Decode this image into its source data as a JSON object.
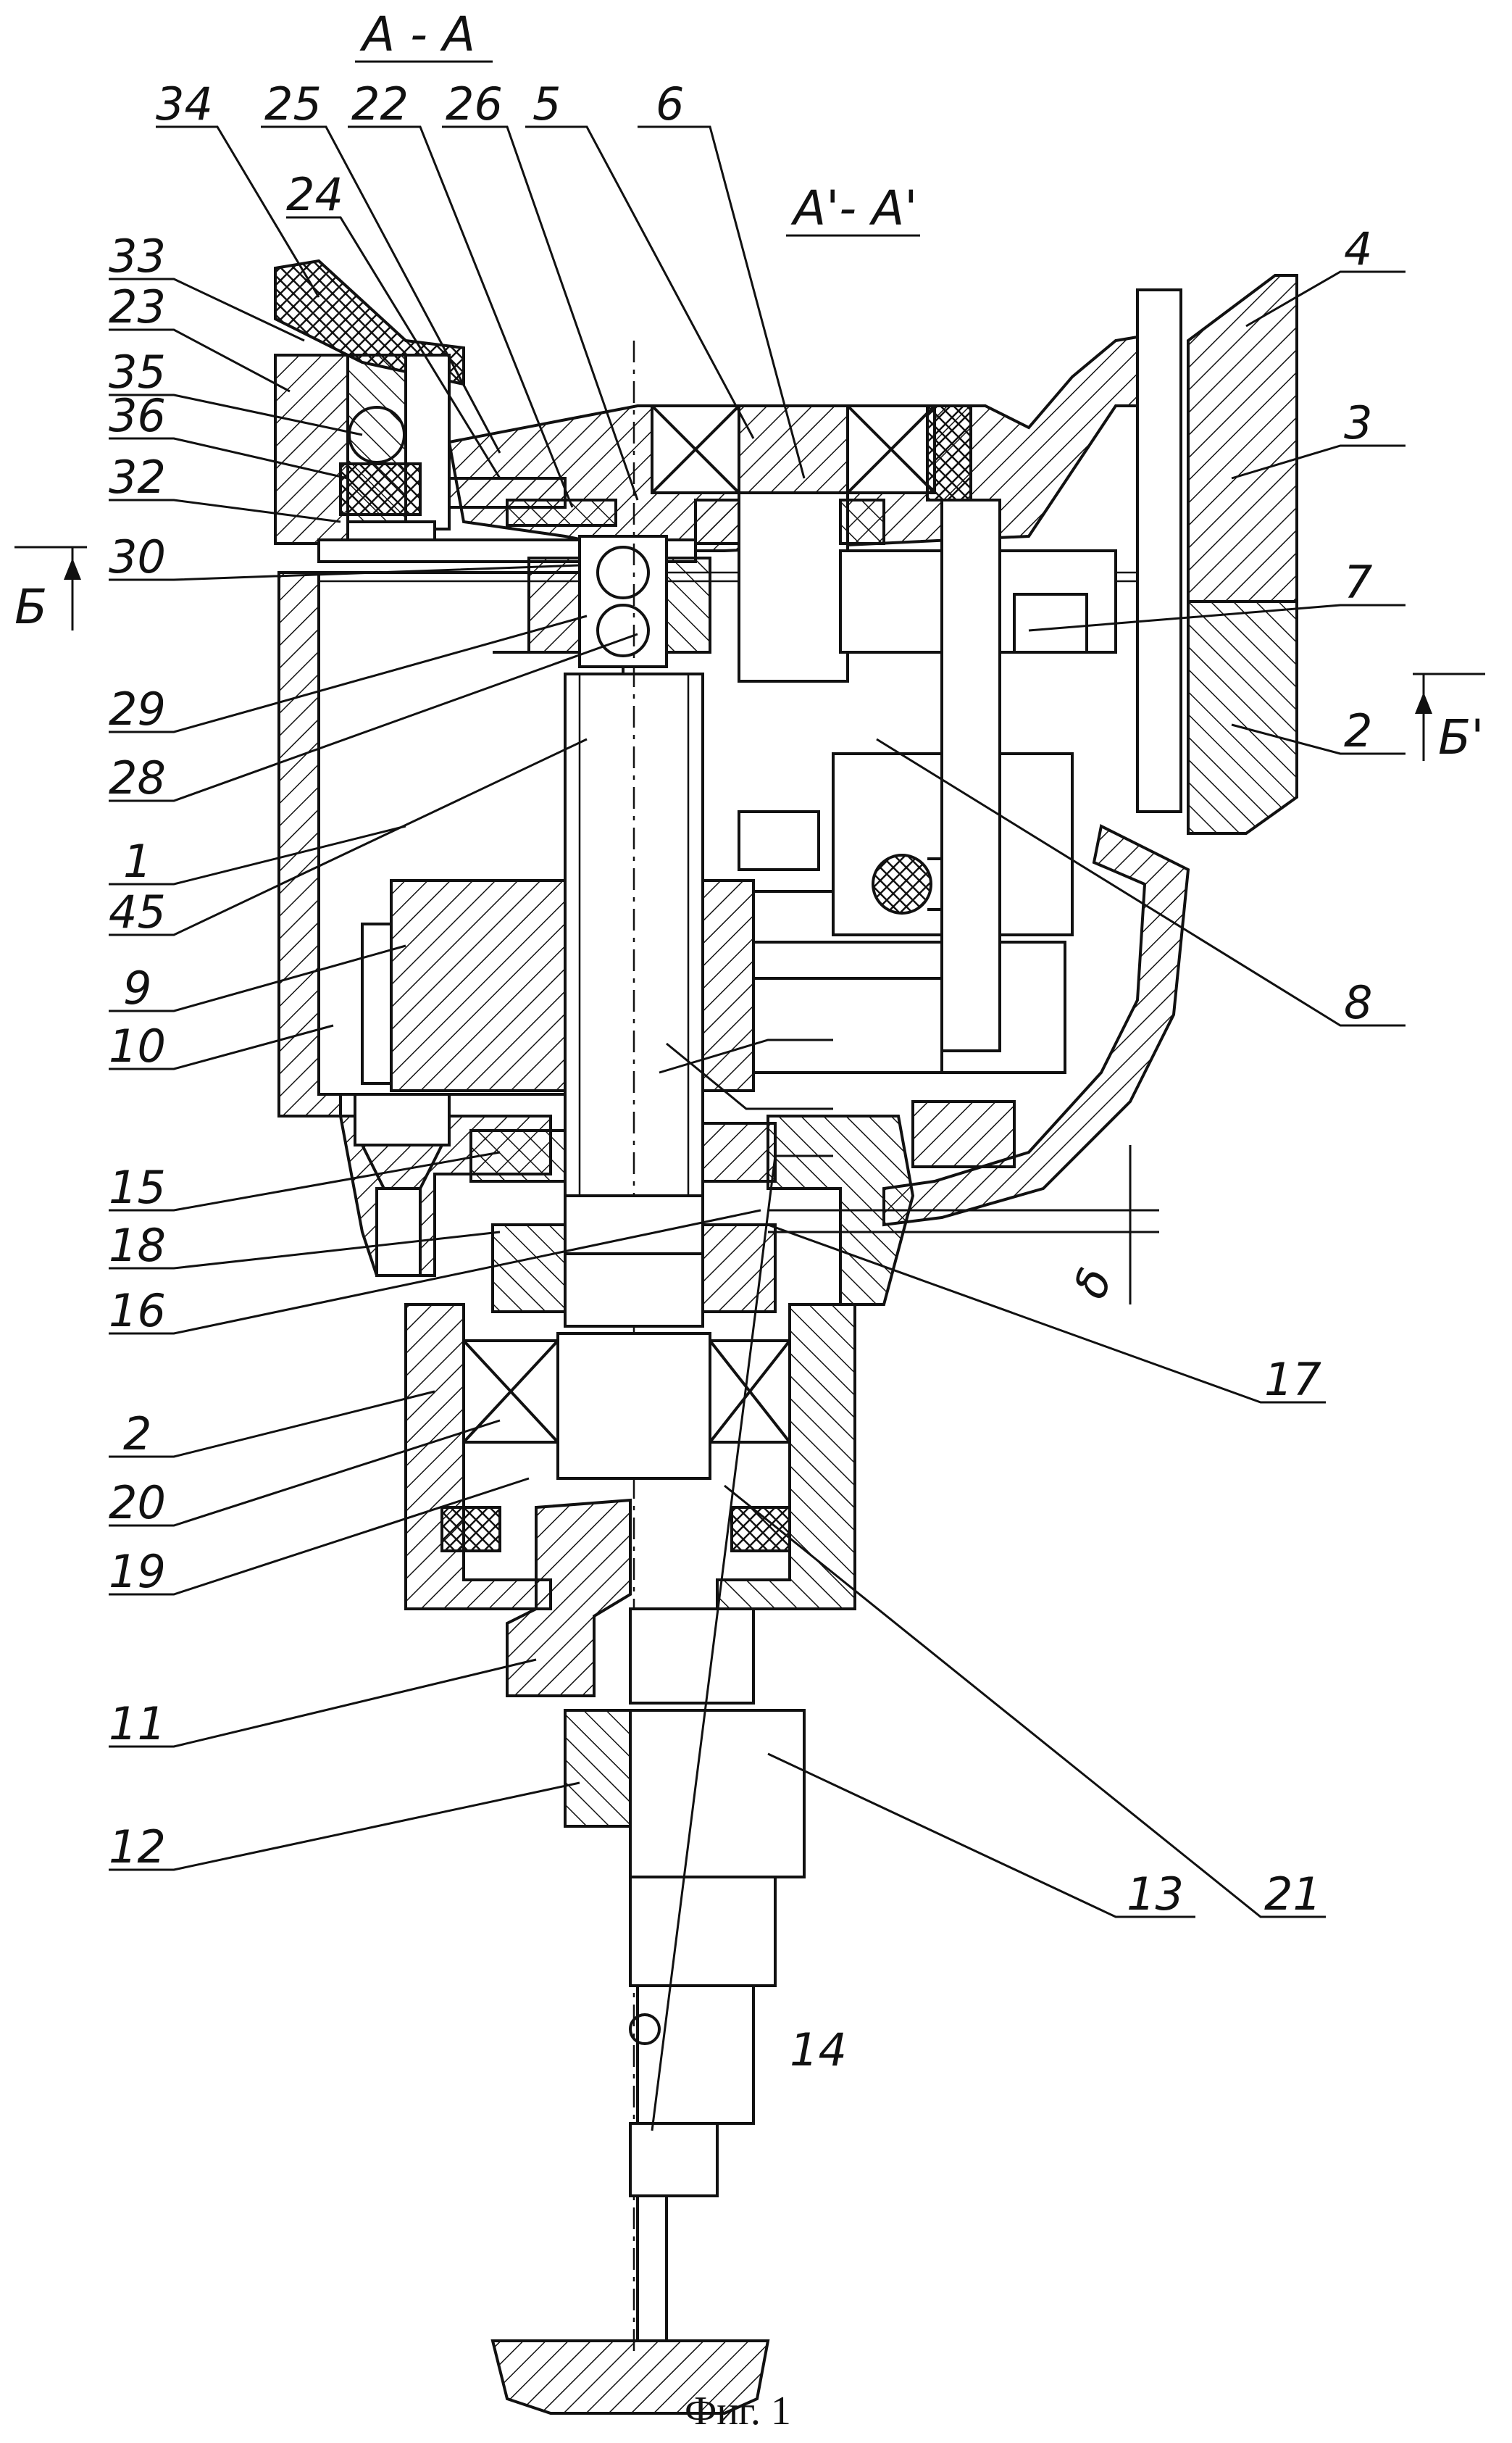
{
  "figure": {
    "caption": "Фиг. 1"
  },
  "sections": {
    "aa": "A - A",
    "aa_prime": "A'- A'",
    "b_left": "Б",
    "b_right": "Б'"
  },
  "callouts": {
    "c34": "34",
    "c25": "25",
    "c22": "22",
    "c26": "26",
    "c5": "5",
    "c6": "6",
    "c24": "24",
    "c33": "33",
    "c23": "23",
    "c35": "35",
    "c36": "36",
    "c32": "32",
    "c30": "30",
    "c29": "29",
    "c28": "28",
    "c1": "1",
    "c45": "45",
    "c9": "9",
    "c10": "10",
    "c15": "15",
    "c18": "18",
    "c16": "16",
    "c2_low": "2",
    "c20": "20",
    "c19": "19",
    "c11": "11",
    "c12": "12",
    "c4": "4",
    "c3": "3",
    "c7": "7",
    "c2_right": "2",
    "c8": "8",
    "c17": "17",
    "c13": "13",
    "c21": "21",
    "c14": "14",
    "dim_delta": "δ"
  }
}
